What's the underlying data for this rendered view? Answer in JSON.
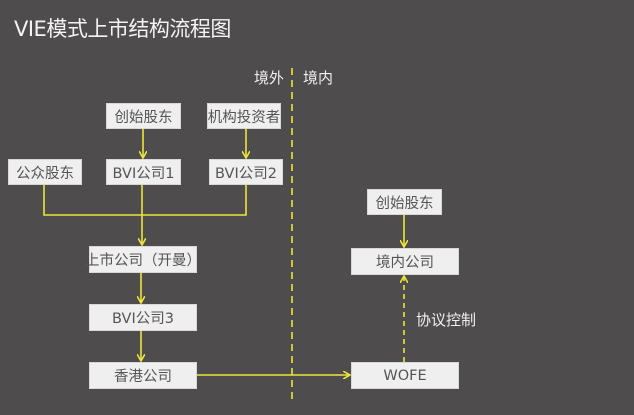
{
  "title": "VIE模式上市结构流程图",
  "regions": {
    "offshore": "境外",
    "onshore": "境内"
  },
  "nodes": {
    "founder_offshore": "创始股东",
    "institutional_investors": "机构投资者",
    "public_shareholders": "公众股东",
    "bvi1": "BVI公司1",
    "bvi2": "BVI公司2",
    "listed_company": "上市公司（开曼）",
    "bvi3": "BVI公司3",
    "hk_company": "香港公司",
    "wofe": "WOFE",
    "founder_onshore": "创始股东",
    "domestic_company": "境内公司"
  },
  "edge_labels": {
    "agreement_control": "协议控制"
  },
  "colors": {
    "background": "#4e4c4d",
    "line": "#ece53a",
    "box": "#efefef",
    "box_text": "#555555"
  }
}
